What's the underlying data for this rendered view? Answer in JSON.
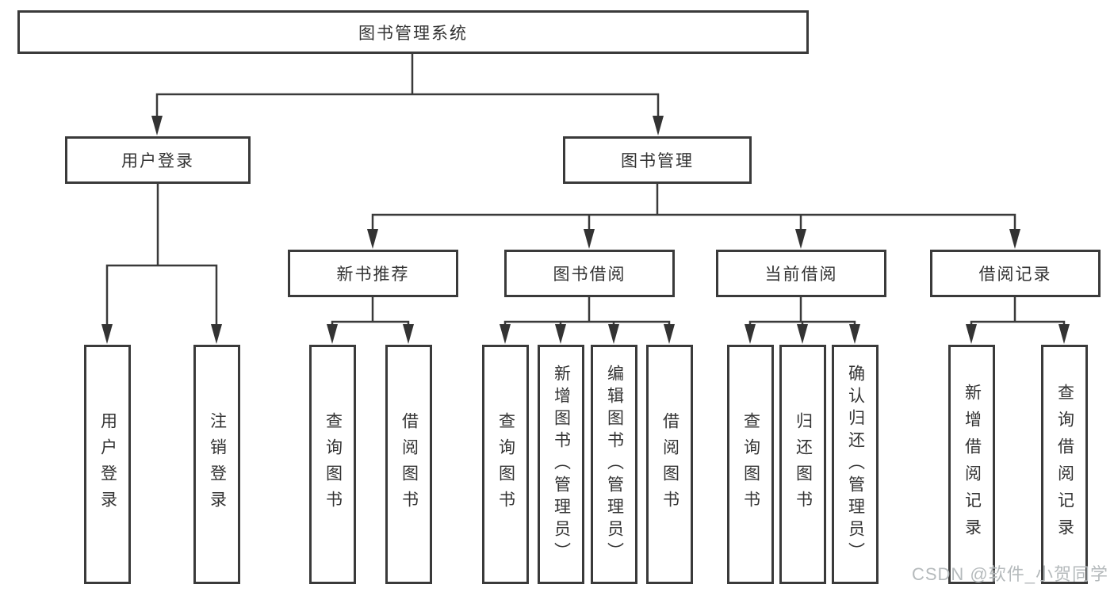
{
  "tree": {
    "label": "图书管理系统",
    "children": [
      {
        "label": "用户登录",
        "children": [
          {
            "label": "用户登录"
          },
          {
            "label": "注销登录"
          }
        ]
      },
      {
        "label": "图书管理",
        "children": [
          {
            "label": "新书推荐",
            "children": [
              {
                "label": "查询图书"
              },
              {
                "label": "借阅图书"
              }
            ]
          },
          {
            "label": "图书借阅",
            "children": [
              {
                "label": "查询图书"
              },
              {
                "label": "新增图书（管理员）"
              },
              {
                "label": "编辑图书（管理员）"
              },
              {
                "label": "借阅图书"
              }
            ]
          },
          {
            "label": "当前借阅",
            "children": [
              {
                "label": "查询图书"
              },
              {
                "label": "归还图书"
              },
              {
                "label": "确认归还（管理员）"
              }
            ]
          },
          {
            "label": "借阅记录",
            "children": [
              {
                "label": "新增借阅记录"
              },
              {
                "label": "查询借阅记录"
              }
            ]
          }
        ]
      }
    ]
  },
  "watermark": "CSDN @软件_小贺同学",
  "colors": {
    "line": "#3a3a3a",
    "box_border": "#3a3a3a",
    "text": "#333333",
    "watermark": "#b5babc",
    "background": "#ffffff"
  }
}
